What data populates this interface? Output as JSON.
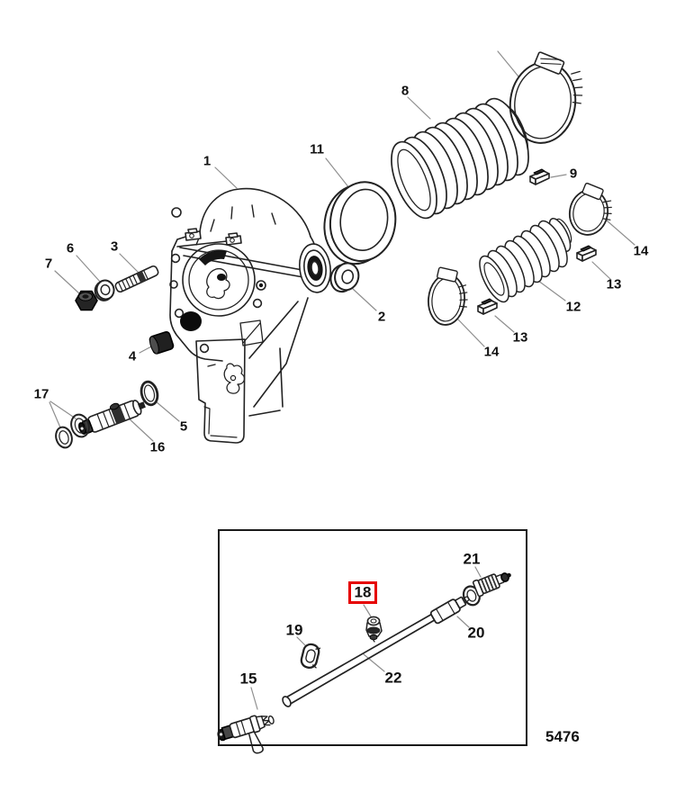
{
  "diagram": {
    "figure_code": "5476",
    "highlighted_part": "18",
    "highlight_color": "#e60000",
    "line_color": "#222222",
    "labels": {
      "n1": "1",
      "n2": "2",
      "n3": "3",
      "n4": "4",
      "n5": "5",
      "n6": "6",
      "n7": "7",
      "n8": "8",
      "n9": "9",
      "n11": "11",
      "n12": "12",
      "n13a": "13",
      "n13b": "13",
      "n14a": "14",
      "n14b": "14",
      "n16": "16",
      "n17": "17",
      "n15": "15",
      "n18": "18",
      "n19": "19",
      "n20": "20",
      "n21": "21",
      "n22": "22"
    }
  }
}
